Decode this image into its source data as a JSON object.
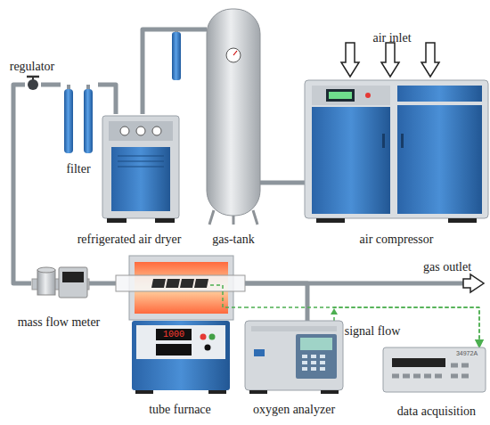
{
  "diagram": {
    "nodes": [
      {
        "text": [
          "air compressor"
        ]
      },
      {
        "text": [
          "gas-tank"
        ]
      },
      {
        "text": [
          "refrigerated air dryer"
        ]
      },
      {
        "text": [
          "filter"
        ]
      },
      {
        "text": [
          "regulator"
        ]
      },
      {
        "text": [
          "mass flow meter"
        ]
      },
      {
        "text": [
          "1000",
          "tube furnace"
        ]
      },
      {
        "text": [
          "oxygen analyzer"
        ]
      },
      {
        "text": [
          "34972A",
          "data acquisition"
        ]
      }
    ],
    "edges": [
      {
        "from": 0,
        "to": 1,
        "arrow": "none"
      },
      {
        "from": 1,
        "to": 2,
        "arrow": "none"
      },
      {
        "from": 2,
        "to": 3,
        "arrow": "none"
      },
      {
        "from": 3,
        "to": 4,
        "arrow": "none"
      },
      {
        "from": 4,
        "to": 5,
        "arrow": "none"
      },
      {
        "from": 5,
        "to": 6,
        "arrow": "none"
      },
      {
        "from": 6,
        "to": 7,
        "arrow": "none"
      },
      {
        "from": 6,
        "to": 8,
        "arrow": "to"
      },
      {
        "from": 7,
        "to": 8,
        "label": "signal flow",
        "arrow": "to"
      }
    ],
    "labels": [
      "air inlet",
      "gas outlet"
    ]
  }
}
